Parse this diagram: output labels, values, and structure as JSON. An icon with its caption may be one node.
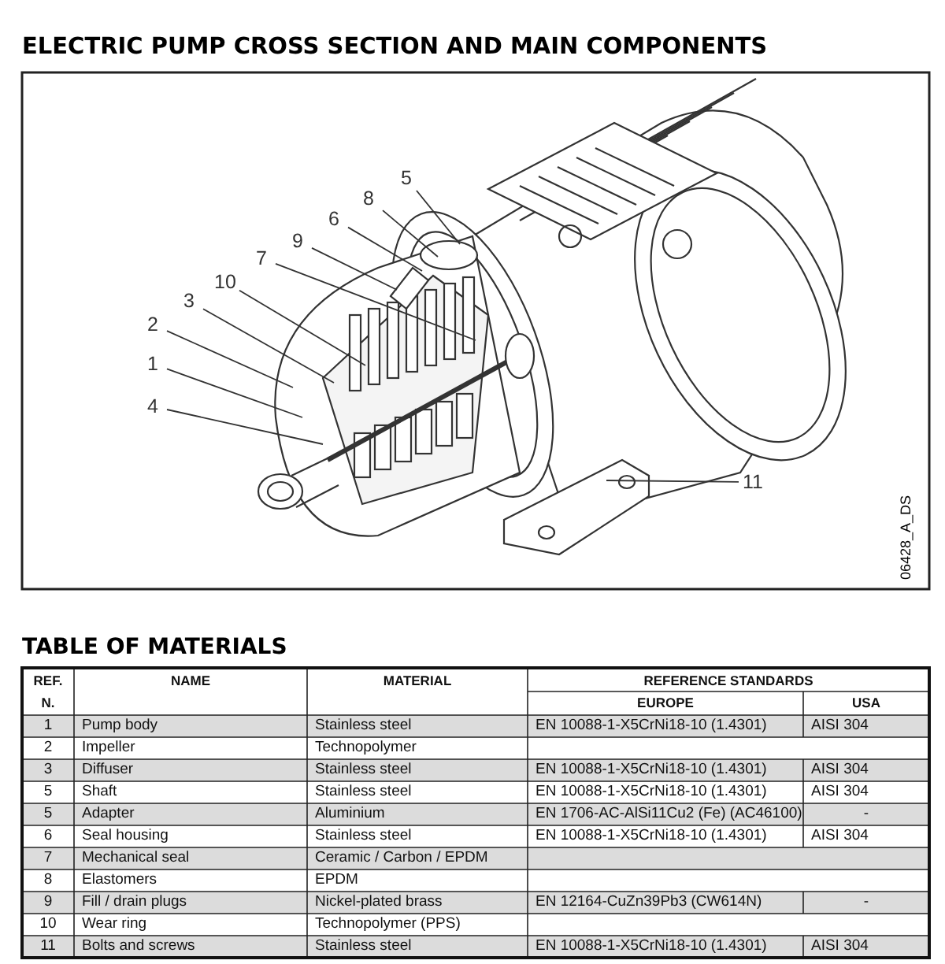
{
  "diagram": {
    "title": "ELECTRIC PUMP CROSS SECTION AND MAIN COMPONENTS",
    "nodes": [
      {
        "text": [
          "5"
        ]
      },
      {
        "text": [
          "8"
        ]
      },
      {
        "text": [
          "6"
        ]
      },
      {
        "text": [
          "9"
        ]
      },
      {
        "text": [
          "7"
        ]
      },
      {
        "text": [
          "10"
        ]
      },
      {
        "text": [
          "3"
        ]
      },
      {
        "text": [
          "2"
        ]
      },
      {
        "text": [
          "1"
        ]
      },
      {
        "text": [
          "4"
        ]
      },
      {
        "text": [
          "11"
        ]
      }
    ],
    "edges": [
      {
        "from": 0,
        "to": null,
        "arrow": "none"
      },
      {
        "from": 1,
        "to": null,
        "arrow": "none"
      },
      {
        "from": 2,
        "to": null,
        "arrow": "none"
      },
      {
        "from": 3,
        "to": null,
        "arrow": "none"
      },
      {
        "from": 4,
        "to": null,
        "arrow": "none"
      },
      {
        "from": 5,
        "to": null,
        "arrow": "none"
      },
      {
        "from": 6,
        "to": null,
        "arrow": "none"
      },
      {
        "from": 7,
        "to": null,
        "arrow": "none"
      },
      {
        "from": 8,
        "to": null,
        "arrow": "none"
      },
      {
        "from": 9,
        "to": null,
        "arrow": "none"
      },
      {
        "from": 10,
        "to": null,
        "arrow": "none"
      }
    ],
    "labels": [
      "06428_A_DS",
      "TABLE OF MATERIALS",
      "REF. N.",
      "NAME",
      "MATERIAL",
      "REFERENCE STANDARDS",
      "EUROPE",
      "USA",
      "1",
      "Pump body",
      "Stainless steel",
      "EN 10088-1-X5CrNi18-10 (1.4301)",
      "AISI 304",
      "2",
      "Impeller",
      "Technopolymer",
      "3",
      "Diffuser",
      "Stainless steel",
      "EN 10088-1-X5CrNi18-10 (1.4301)",
      "AISI 304",
      "5",
      "Shaft",
      "Stainless steel",
      "EN 10088-1-X5CrNi18-10 (1.4301)",
      "AISI 304",
      "5",
      "Adapter",
      "Aluminium",
      "EN 1706-AC-AlSi11Cu2 (Fe) (AC46100)",
      "-",
      "6",
      "Seal housing",
      "Stainless steel",
      "EN 10088-1-X5CrNi18-10 (1.4301)",
      "AISI 304",
      "7",
      "Mechanical seal",
      "Ceramic / Carbon / EPDM",
      "8",
      "Elastomers",
      "EPDM",
      "9",
      "Fill / drain plugs",
      "Nickel-plated brass",
      "EN 12164-CuZn39Pb3 (CW614N)",
      "-",
      "10",
      "Wear ring",
      "Technopolymer (PPS)",
      "11",
      "Bolts and screws",
      "Stainless steel",
      "EN 10088-1-X5CrNi18-10 (1.4301)",
      "AISI 304"
    ]
  }
}
